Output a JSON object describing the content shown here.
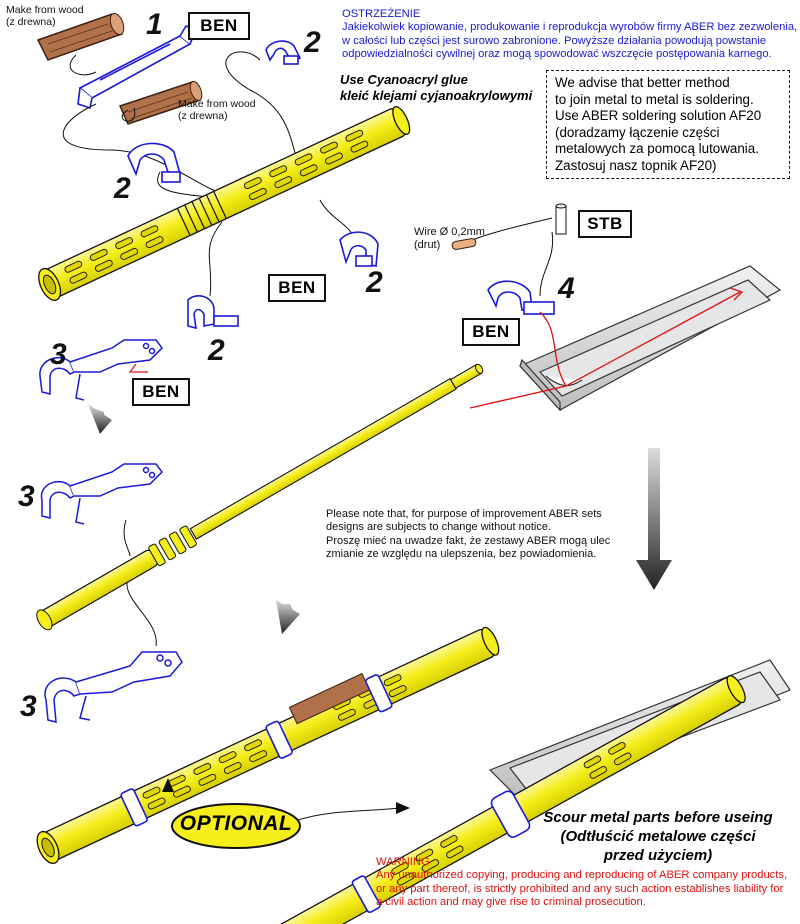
{
  "warning_pl": {
    "title": "OSTRZEŻENIE",
    "lines": [
      "Jakiekolwiek kopiowanie, produkowanie i reprodukcja wyrobów firmy ABER bez zezwolenia,",
      "w całości lub części jest surowo zabronione. Powyższe działania powodują powstanie",
      "odpowiedzialności cywilnej oraz mogą spowodować wszczęcie postępowania karnego."
    ]
  },
  "wood_top": {
    "line1": "Make from wood",
    "line2": "(z drewna)"
  },
  "wood_mid": {
    "line1": "Make from wood",
    "line2": "(z drewna)"
  },
  "glue": {
    "line1": "Use Cyanoacryl glue",
    "line2": "kleić klejami cyjanoakrylowymi"
  },
  "solder_note": {
    "lines": [
      "We advise that better method",
      "to join metal to metal is soldering.",
      "Use ABER soldering solution AF20",
      "(doradzamy łączenie części",
      "metalowych za pomocą lutowania.",
      "Zastosuj nasz topnik AF20)"
    ]
  },
  "labels": {
    "ben": "BEN",
    "stb": "STB",
    "optional": "OPTIONAL"
  },
  "numbers": {
    "n1": "1",
    "n2": "2",
    "n3": "3",
    "n4": "4"
  },
  "wire": {
    "line1": "Wire Ø 0,2mm",
    "line2": "(drut)"
  },
  "change_note": {
    "lines": [
      "Please note that, for purpose of improvement ABER sets",
      "designs are subjects to change without notice.",
      "Proszę mieć na uwadze fakt, że zestawy ABER mogą ulec",
      "zmianie ze względu na ulepszenia, bez powiadomienia."
    ]
  },
  "scour": {
    "line1": "Scour metal parts before useing",
    "line2": "(Odtłuścić metalowe części",
    "line3": "przed użyciem)"
  },
  "warning_en": {
    "title": "WARNING",
    "lines": [
      "Any unauthorized copying, producing and reproducing of ABER company products,",
      "or any part thereof, is strictly prohibited and any such action establishes liability for",
      "a civil action and may give rise to criminal prosecution."
    ]
  },
  "colors": {
    "barrel": "#f5ee1a",
    "photoetch": "#1a1ad6",
    "wire": "#e01010",
    "wood": "#b0704a",
    "optional_fill": "#f5ee1a"
  }
}
